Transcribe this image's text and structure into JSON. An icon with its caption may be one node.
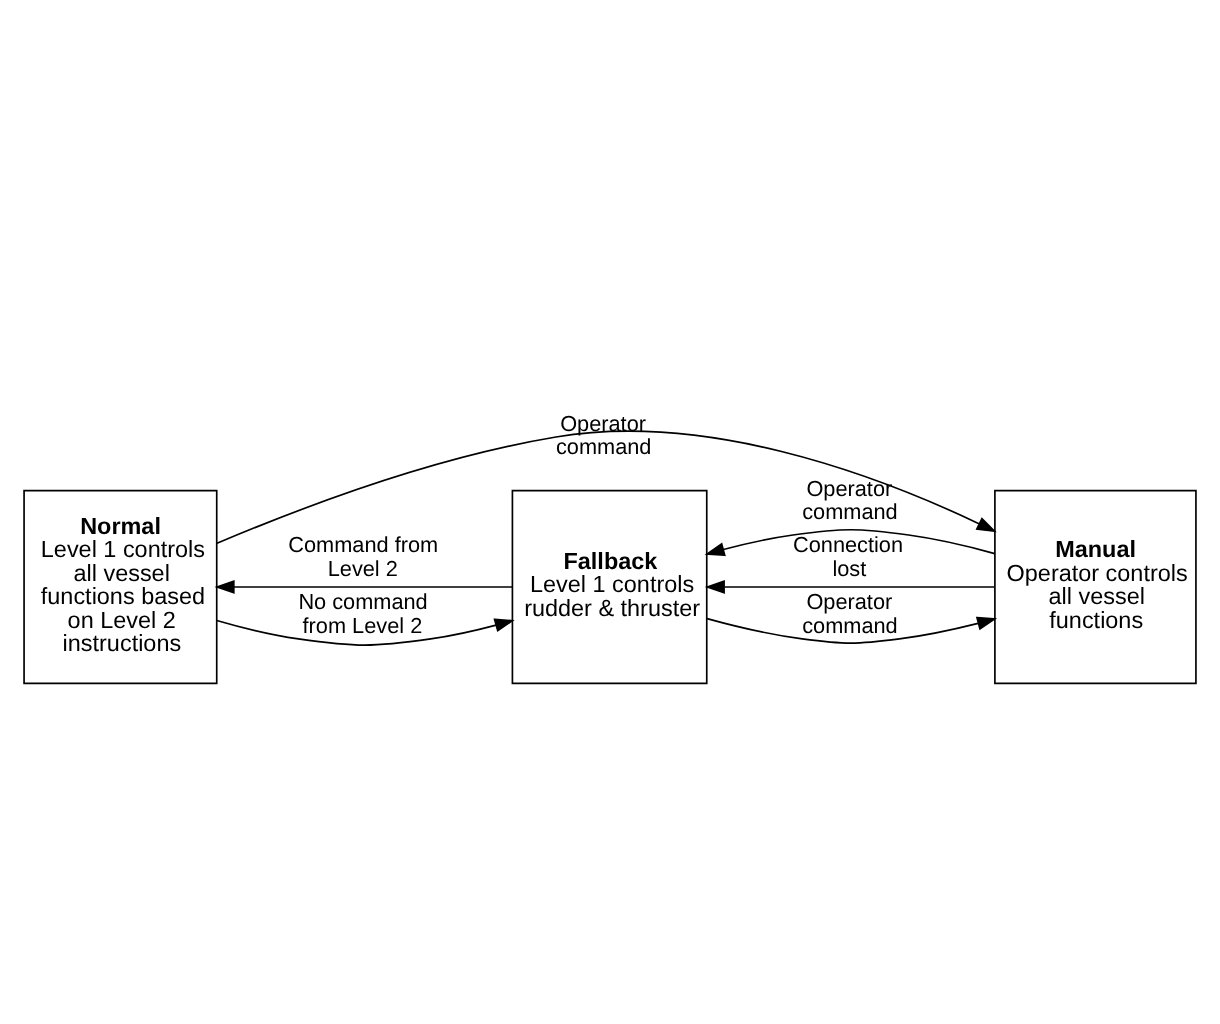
{
  "diagram": {
    "nodes": [
      {
        "text": [
          "Normal",
          "Level 1 controls all vessel functions based on Level 2 instructions"
        ]
      },
      {
        "text": [
          "Fallback",
          "Level 1 controls rudder & thruster"
        ]
      },
      {
        "text": [
          "Manual",
          "Operator controls all vessel functions"
        ]
      }
    ],
    "edges": [
      {
        "from": 0,
        "to": 2,
        "arrow": "to",
        "label": "Operator command"
      },
      {
        "from": 1,
        "to": 0,
        "arrow": "to",
        "label": "Command from Level 2"
      },
      {
        "from": 1,
        "to": 2,
        "arrow": "to",
        "label": "Operator command"
      },
      {
        "from": 0,
        "to": 1,
        "arrow": "to",
        "label": "No command from Level 2"
      },
      {
        "from": 2,
        "to": 1,
        "arrow": "to",
        "label": "Connection lost"
      },
      {
        "from": 2,
        "to": 1,
        "arrow": "to",
        "label": "Operator command"
      }
    ]
  }
}
